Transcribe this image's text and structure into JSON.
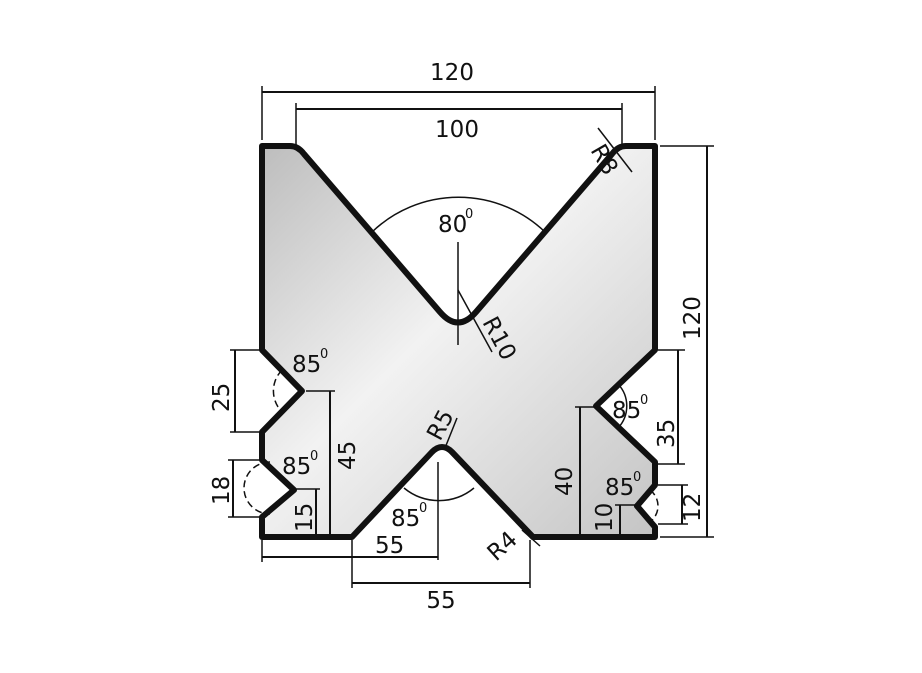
{
  "diagram": {
    "profile_fill_color": "#d4d4d4",
    "outline_color": "#111111",
    "dimensions": {
      "overall_width": "120",
      "top_opening": "100",
      "overall_height": "120",
      "top_radius": "R8",
      "main_v_radius": "R10",
      "main_v_angle": "80",
      "left_upper_v_height": "25",
      "left_upper_v_angle": "85",
      "left_upper_v_depth": "45",
      "left_lower_v_height": "18",
      "left_lower_v_angle": "85",
      "left_lower_v_depth": "15",
      "bottom_peak_radius": "R5",
      "bottom_v_angle": "85",
      "bottom_left_offset": "55",
      "bottom_v_width": "55",
      "bottom_corner_radius": "R4",
      "right_upper_v_height": "35",
      "right_upper_v_angle": "85",
      "right_upper_v_depth": "40",
      "right_lower_v_height": "12",
      "right_lower_v_angle": "85",
      "right_lower_v_depth": "10",
      "degree_symbol": "0"
    }
  }
}
